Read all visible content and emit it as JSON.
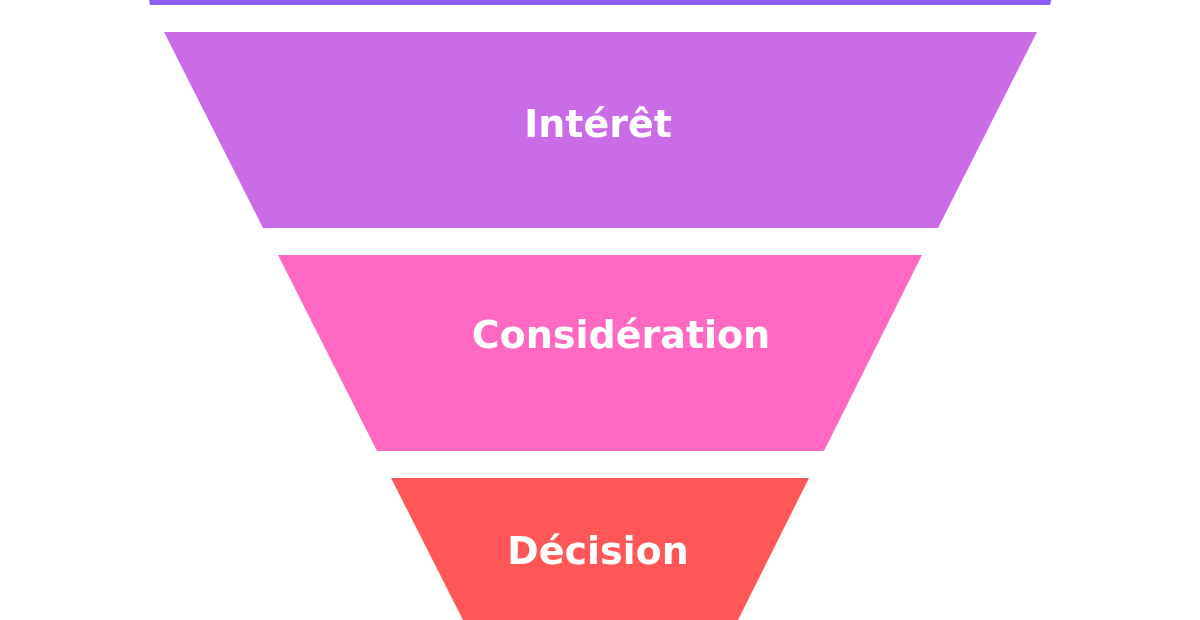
{
  "diagram": {
    "type": "funnel",
    "background": "#ffffff",
    "stages": [
      {
        "label": "",
        "color": "#8b5cf6"
      },
      {
        "label": "Intérêt",
        "color": "#c96ce6"
      },
      {
        "label": "Considération",
        "color": "#ff68c3"
      },
      {
        "label": "Décision",
        "color": "#ff5757"
      }
    ]
  }
}
